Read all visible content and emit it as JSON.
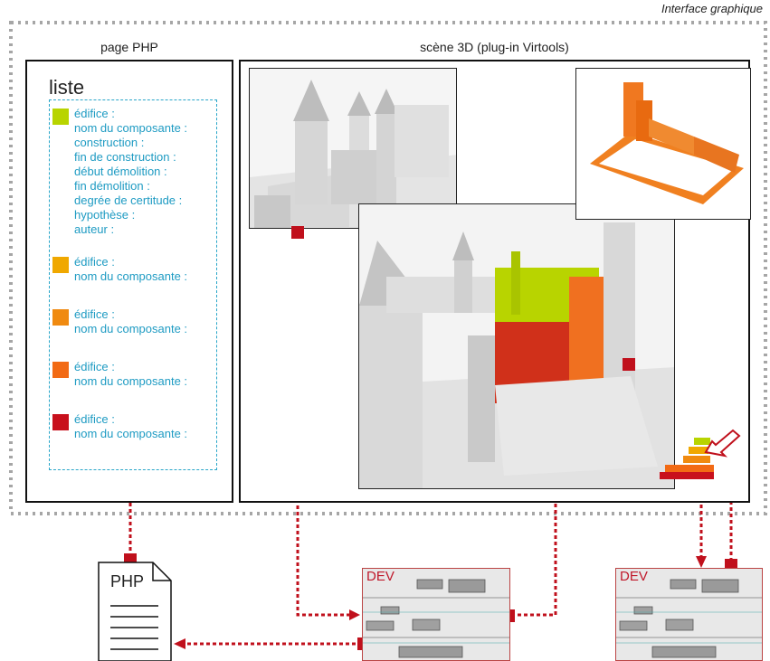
{
  "corner_title": "Interface graphique",
  "php_panel": {
    "title": "page PHP",
    "liste_title": "liste",
    "legend": [
      {
        "color": "#b8d400",
        "lines": [
          "édifice :",
          "nom du composante :",
          "construction :",
          "fin de construction :",
          "début démolition :",
          "fin démolition :",
          "degrée de certitude :",
          "hypothèse :",
          "auteur :"
        ]
      },
      {
        "color": "#f0a800",
        "lines": [
          "édifice :",
          "nom du composante :"
        ]
      },
      {
        "color": "#f08a10",
        "lines": [
          "édifice :",
          "nom du composante :"
        ]
      },
      {
        "color": "#f26a14",
        "lines": [
          "édifice :",
          "nom du composante :"
        ]
      },
      {
        "color": "#c8101c",
        "lines": [
          "édifice :",
          "nom du composante :"
        ]
      }
    ]
  },
  "scene_panel": {
    "title": "scène 3D (plug-in Virtools)"
  },
  "php_document": {
    "label": "PHP"
  },
  "dev_cards": [
    {
      "label": "DEV"
    },
    {
      "label": "DEV"
    }
  ],
  "colors": {
    "connector": "#c0101c",
    "legend_text": "#1e9bc3",
    "dashed_border": "#29a6c9",
    "outer_dotted": "#a6a6a6"
  }
}
